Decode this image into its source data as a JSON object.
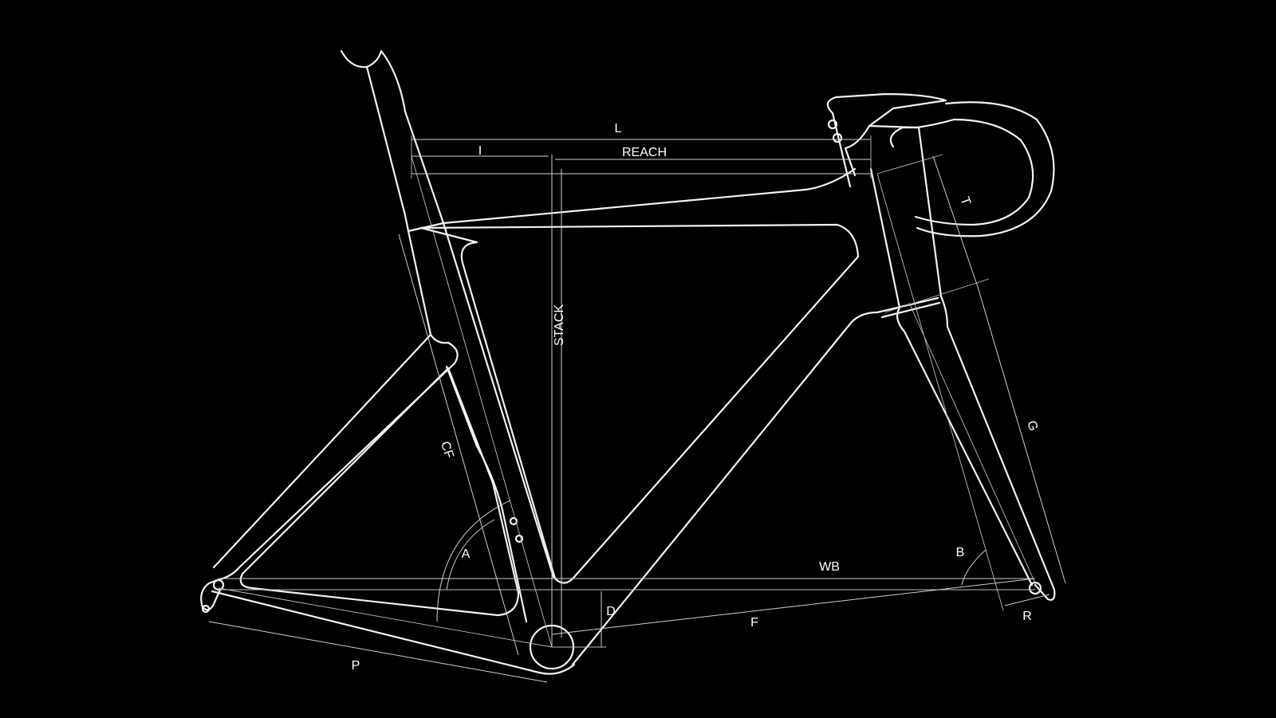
{
  "labels": {
    "L": "L",
    "I": "I",
    "REACH": "REACH",
    "STACK": "STACK",
    "T": "T",
    "G": "G",
    "CF": "CF",
    "A": "A",
    "B": "B",
    "WB": "WB",
    "D": "D",
    "F": "F",
    "R": "R",
    "P": "P"
  },
  "colors": {
    "background": "#000000",
    "frame_line": "#f2f2f2",
    "dimension_line": "#cfcfcf"
  }
}
